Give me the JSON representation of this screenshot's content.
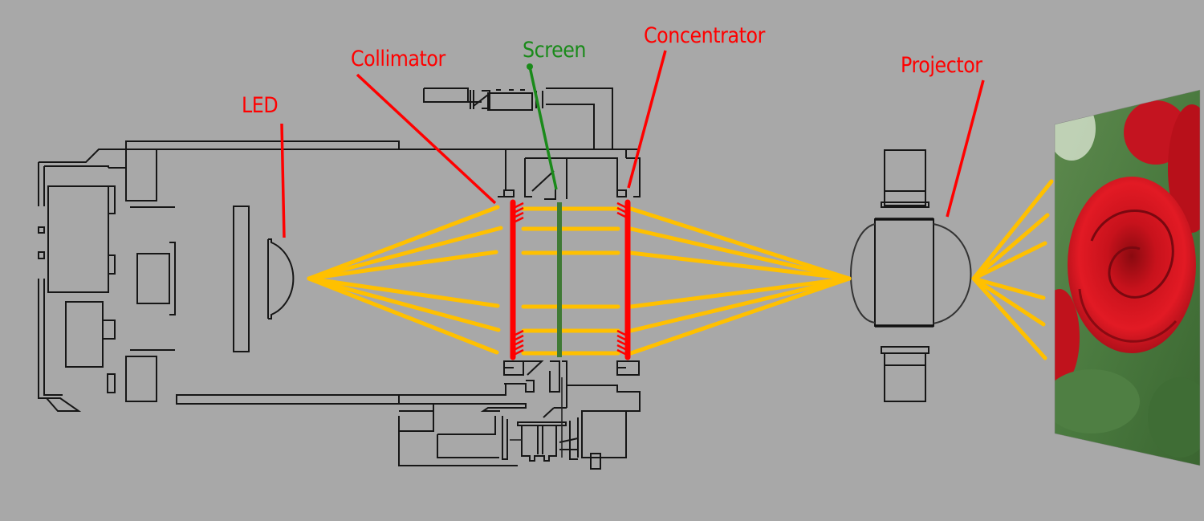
{
  "diagram": {
    "title": "LED projector optical path",
    "background_color": "#a8a8a8",
    "colors": {
      "label_red": "#ff0000",
      "label_green": "#1a8a1a",
      "lens_red": "#ff0000",
      "screen_green": "#3f7a35",
      "light_ray": "#ffc000",
      "mechanics": "#161616"
    },
    "labels": {
      "led": "LED",
      "collimator": "Collimator",
      "screen": "Screen",
      "concentrator": "Concentrator",
      "projector": "Projector"
    },
    "components": [
      {
        "id": "led",
        "label": "LED",
        "type": "light-source"
      },
      {
        "id": "collimator",
        "label": "Collimator",
        "type": "lens"
      },
      {
        "id": "screen",
        "label": "Screen",
        "type": "lcd-screen"
      },
      {
        "id": "concentrator",
        "label": "Concentrator",
        "type": "lens"
      },
      {
        "id": "projector",
        "label": "Projector",
        "type": "projection-lens"
      },
      {
        "id": "projected-image",
        "label": "",
        "type": "image",
        "subject": "red rose"
      }
    ],
    "ray_counts": {
      "led_to_collimator": 6,
      "parallel_beam": 6,
      "concentrator_to_projector": 6,
      "projector_to_image": 6
    }
  }
}
